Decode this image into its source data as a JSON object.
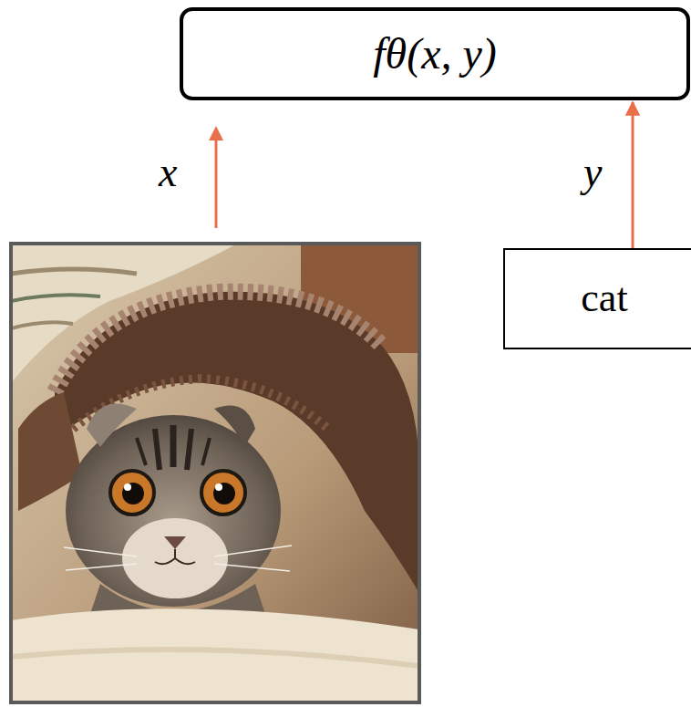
{
  "diagram": {
    "nodes": [
      {
        "text": [
          "fθ(x, y)"
        ]
      },
      {
        "text": [
          "cat"
        ]
      }
    ],
    "edges": [
      {
        "from": 1,
        "to": 0,
        "arrow": "to",
        "label": "y"
      }
    ],
    "labels": [
      "x"
    ]
  }
}
